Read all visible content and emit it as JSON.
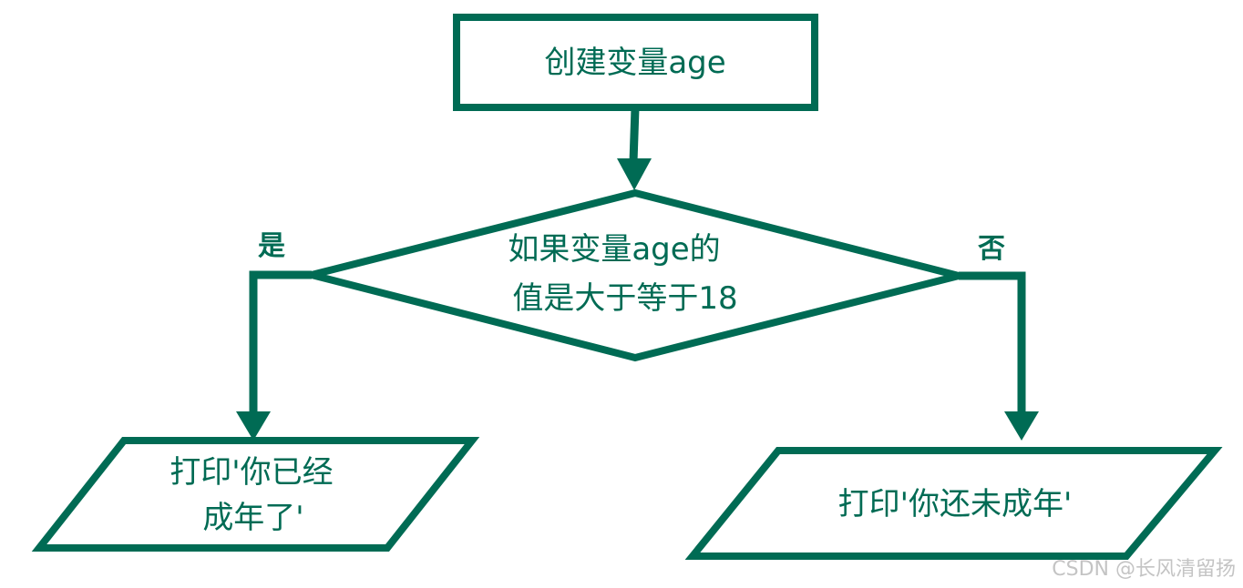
{
  "flowchart": {
    "start": {
      "label": "创建变量age"
    },
    "decision": {
      "lines": [
        "如果变量age的",
        "值是大于等于18"
      ]
    },
    "yes_branch": {
      "label": "是",
      "output_lines": [
        "打印'你已经",
        "成年了'"
      ]
    },
    "no_branch": {
      "label": "否",
      "output_lines": [
        "打印'你还未成年'"
      ]
    }
  },
  "watermark": "CSDN @长风清留扬",
  "colors": {
    "stroke": "#006b54",
    "text": "#006b54",
    "background": "#ffffff",
    "watermark": "#c4c4c4"
  }
}
